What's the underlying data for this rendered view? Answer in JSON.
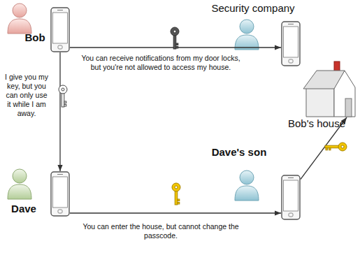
{
  "diagram": {
    "nodes": [
      {
        "text": [
          "Bob"
        ]
      },
      {
        "text": [
          "Security company"
        ]
      },
      {
        "text": [
          "Dave"
        ]
      },
      {
        "text": [
          "Dave's son"
        ]
      },
      {
        "text": [
          "Bob's house"
        ]
      }
    ],
    "edges": [
      {
        "from": 0,
        "to": 1,
        "arrow": "to",
        "label": "You can receive notifications from my door locks, but you're not allowed to access my house."
      },
      {
        "from": 0,
        "to": 2,
        "arrow": "to",
        "label": "I give you my key, but you can only use it while I am away."
      },
      {
        "from": 2,
        "to": 3,
        "arrow": "to",
        "label": "You can enter the house, but cannot change the passcode."
      },
      {
        "from": 3,
        "to": 4,
        "arrow": "to"
      }
    ]
  }
}
